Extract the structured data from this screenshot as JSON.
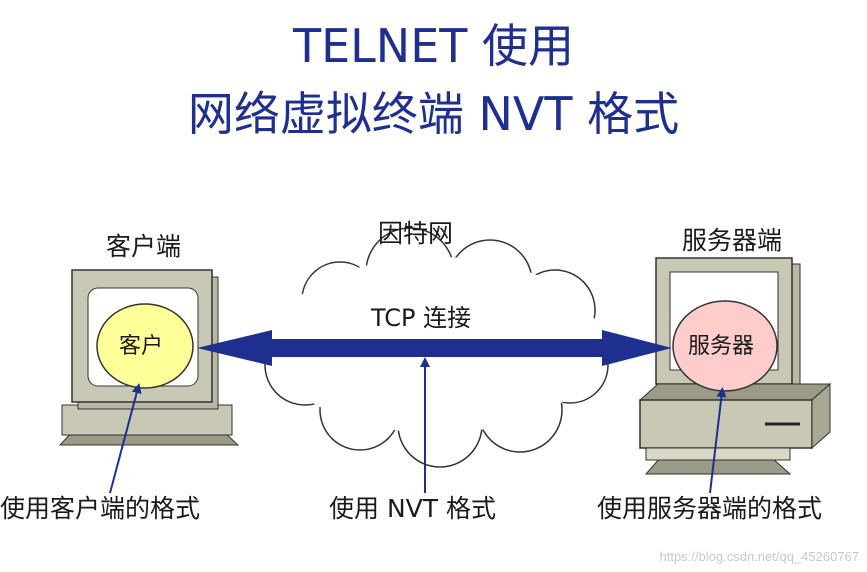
{
  "title": {
    "line1": "TELNET 使用",
    "line2": "网络虚拟终端 NVT 格式"
  },
  "labels": {
    "client_side": "客户端",
    "internet": "因特网",
    "server_side": "服务器端",
    "client": "客户",
    "server": "服务器",
    "connection": "TCP 连接",
    "client_format": "使用客户端的格式",
    "nvt_format": "使用 NVT 格式",
    "server_format": "使用服务器端的格式"
  },
  "watermark": "https://blog.csdn.net/qq_45260767",
  "colors": {
    "title": "#1f2f8f",
    "arrow": "#1f2f8f",
    "client_oval": "#ffff99",
    "server_oval": "#ffcccc",
    "computer_body": "#c8c8b4"
  }
}
